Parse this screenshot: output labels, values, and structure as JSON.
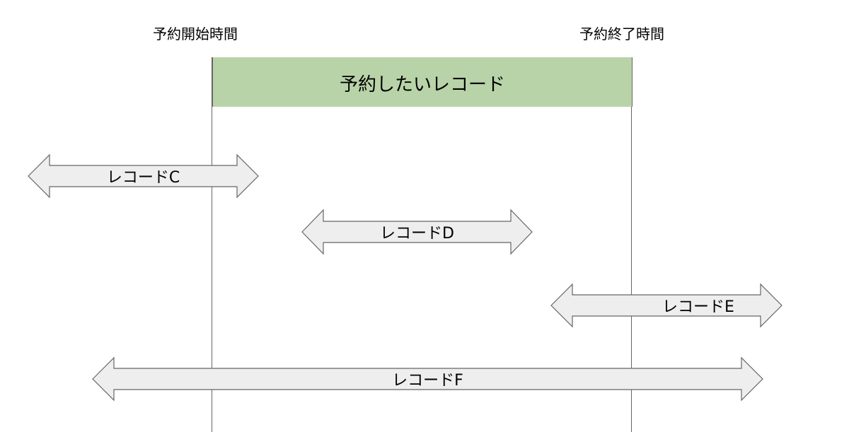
{
  "timeline": {
    "start_label": "予約開始時間",
    "end_label": "予約終了時間",
    "target_record_label": "予約したいレコード"
  },
  "records": [
    {
      "id": "C",
      "label": "レコードC"
    },
    {
      "id": "D",
      "label": "レコードD"
    },
    {
      "id": "E",
      "label": "レコードE"
    },
    {
      "id": "F",
      "label": "レコードF"
    }
  ],
  "colors": {
    "target_record_fill": "#b9d3a9",
    "arrow_fill": "#eeeeee",
    "line": "#666666"
  }
}
